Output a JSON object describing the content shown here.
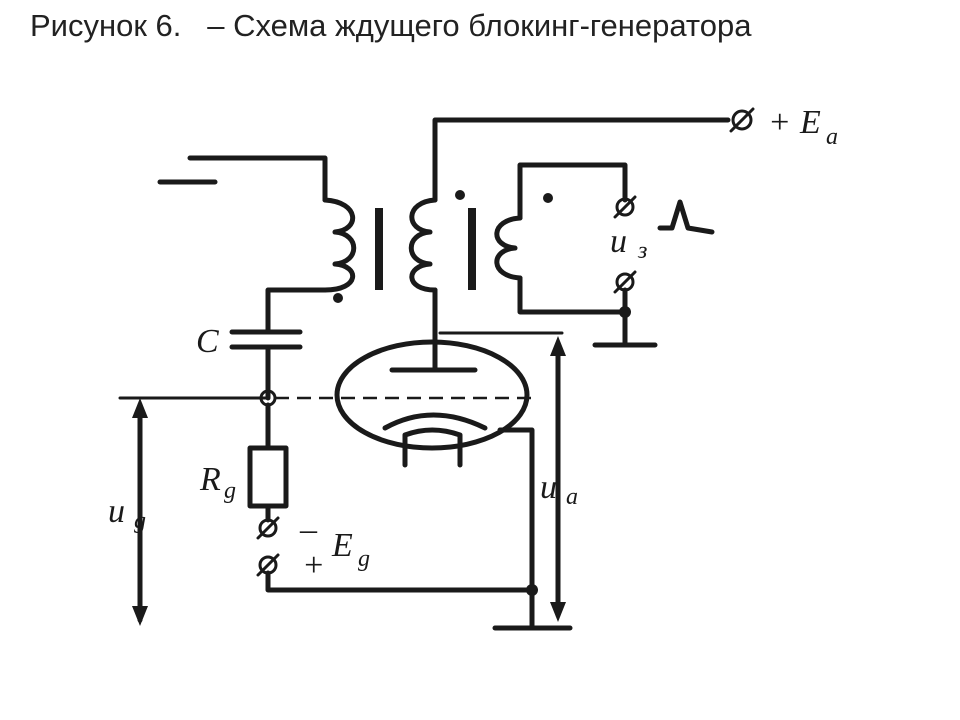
{
  "title": "Рисунок 6.   – Схема ждущего блокинг-генератора",
  "labels": {
    "supply": {
      "sign": "+",
      "main": "E",
      "sub": "a"
    },
    "output_voltage": {
      "main": "u",
      "sub": "з"
    },
    "capacitor": "C",
    "resistor": {
      "main": "R",
      "sub": "g"
    },
    "grid_voltage": {
      "main": "u",
      "sub": "g"
    },
    "anode_voltage": {
      "main": "u",
      "sub": "a"
    },
    "grid_bias": {
      "main": "E",
      "sub": "g",
      "minus": "–",
      "plus": "+"
    }
  }
}
